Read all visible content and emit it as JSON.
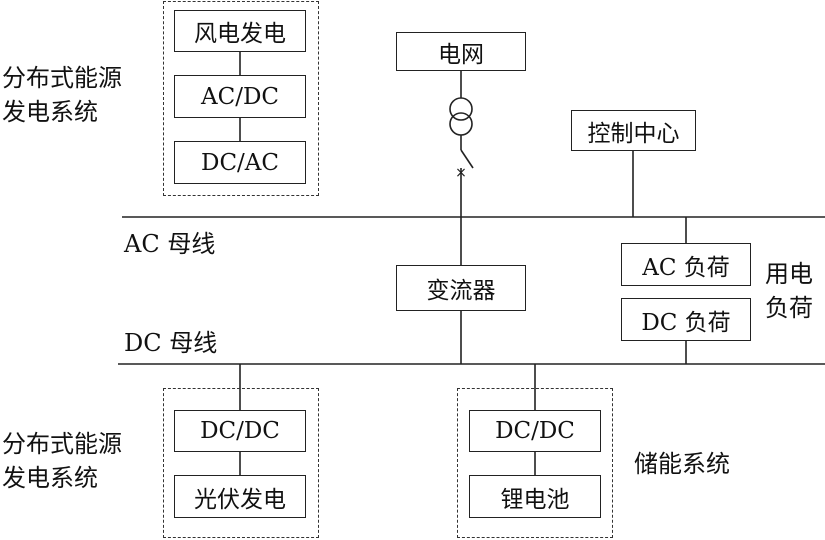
{
  "labels": {
    "wind_system_line1": "分布式能源",
    "wind_system_line2": "发电系统",
    "pv_system_line1": "分布式能源",
    "pv_system_line2": "发电系统",
    "ac_bus": "AC 母线",
    "dc_bus": "DC 母线",
    "load_line1": "用电",
    "load_line2": "负荷",
    "storage_system": "储能系统"
  },
  "boxes": {
    "wind_power": "风电发电",
    "wind_acdc": "AC/DC",
    "wind_dcac": "DC/AC",
    "grid": "电网",
    "control_center": "控制中心",
    "ac_load": "AC 负荷",
    "dc_load": "DC 负荷",
    "converter": "变流器",
    "pv_dcdc": "DC/DC",
    "pv_power": "光伏发电",
    "storage_dcdc": "DC/DC",
    "battery": "锂电池"
  },
  "symbols": {
    "switch_mark": "×"
  }
}
